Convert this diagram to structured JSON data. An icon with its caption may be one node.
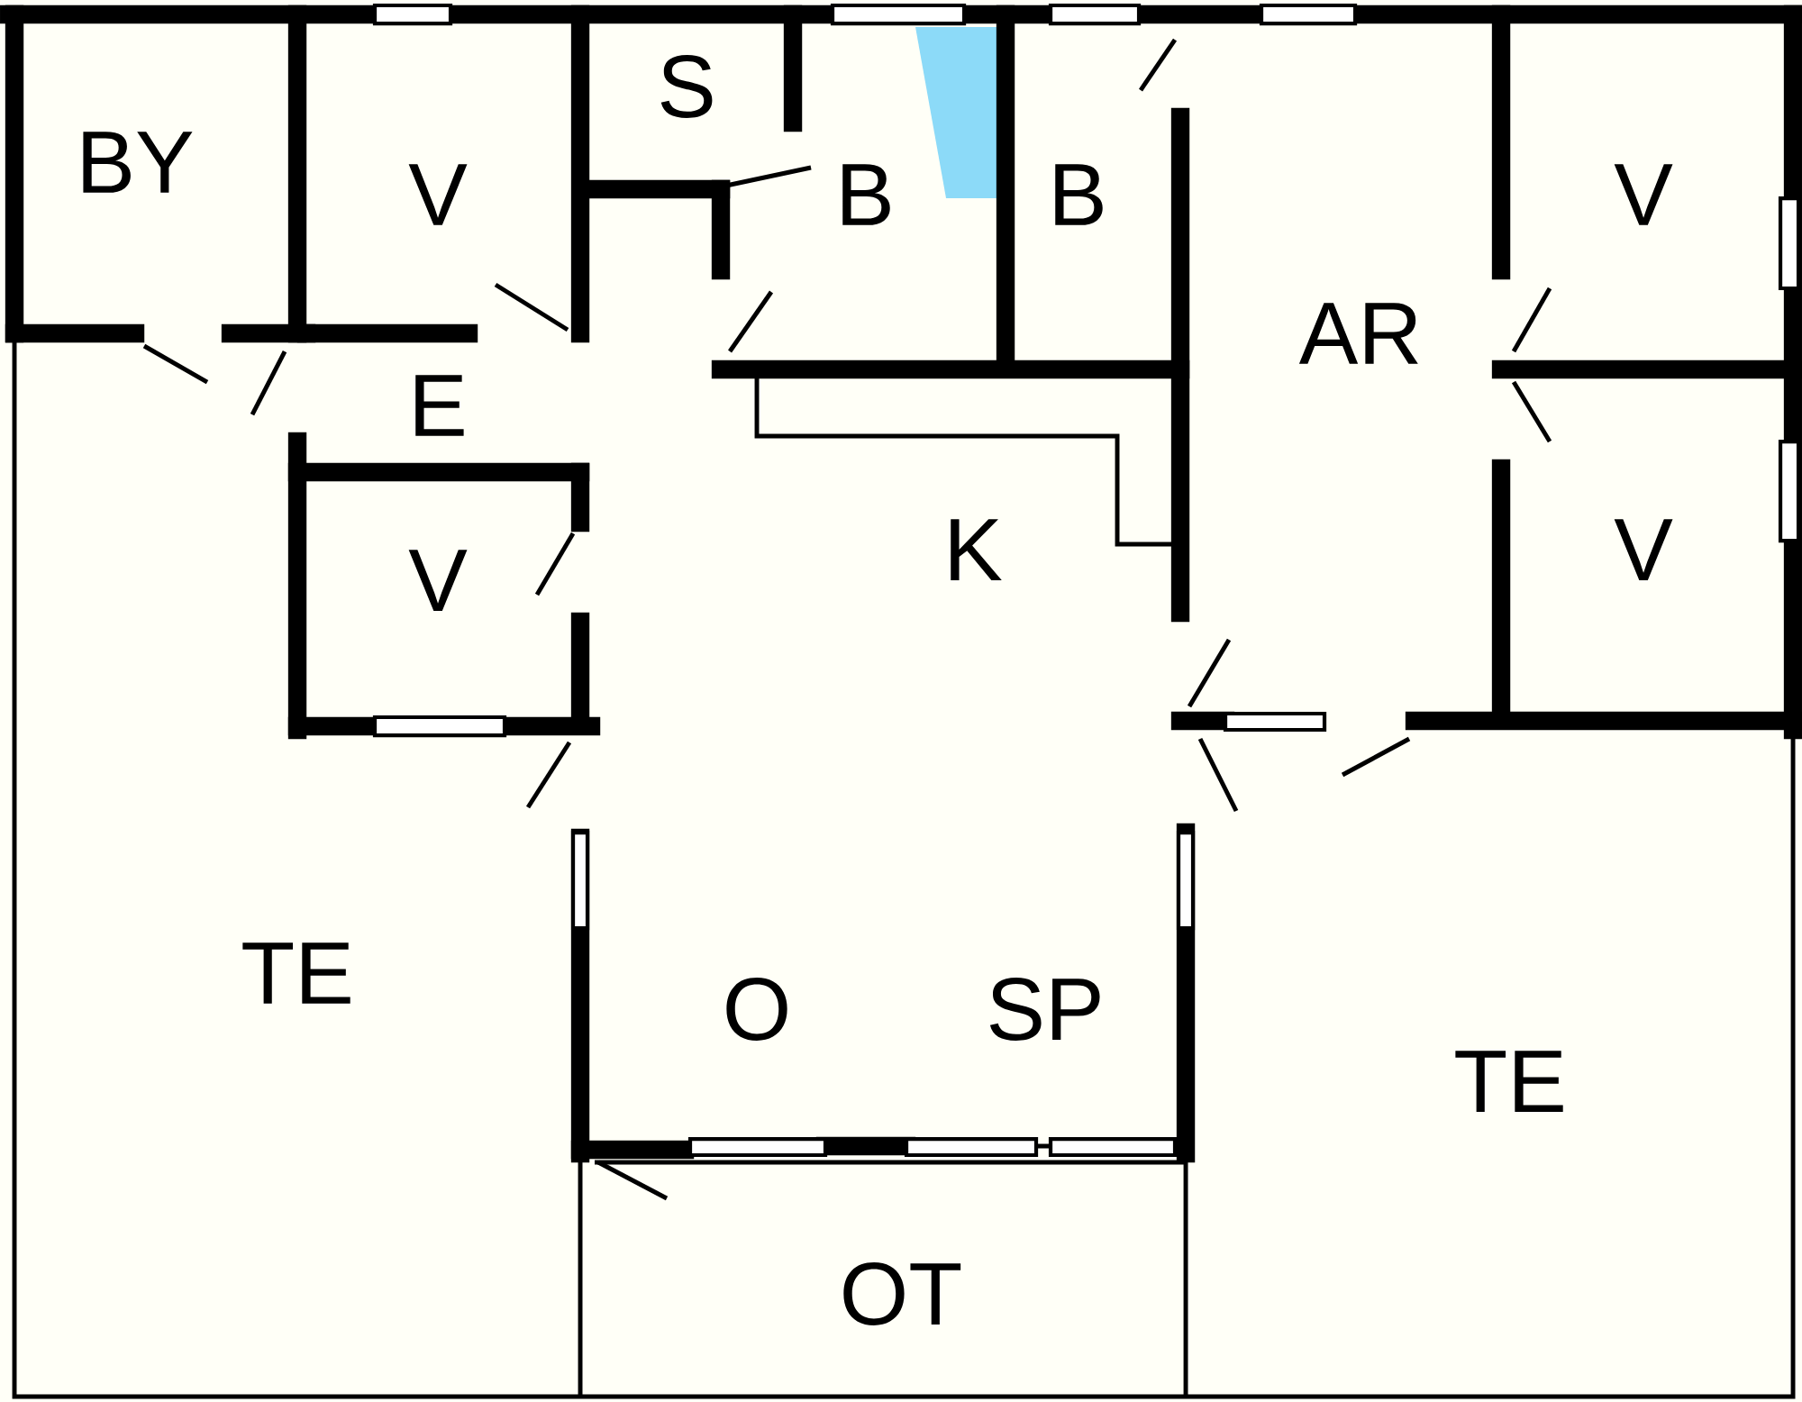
{
  "diagram": {
    "labels": [
      "S",
      "BY",
      "V",
      "B",
      "B",
      "V",
      "AR",
      "E",
      "K",
      "V",
      "V",
      "TE",
      "O",
      "SP",
      "TE",
      "OT"
    ]
  }
}
